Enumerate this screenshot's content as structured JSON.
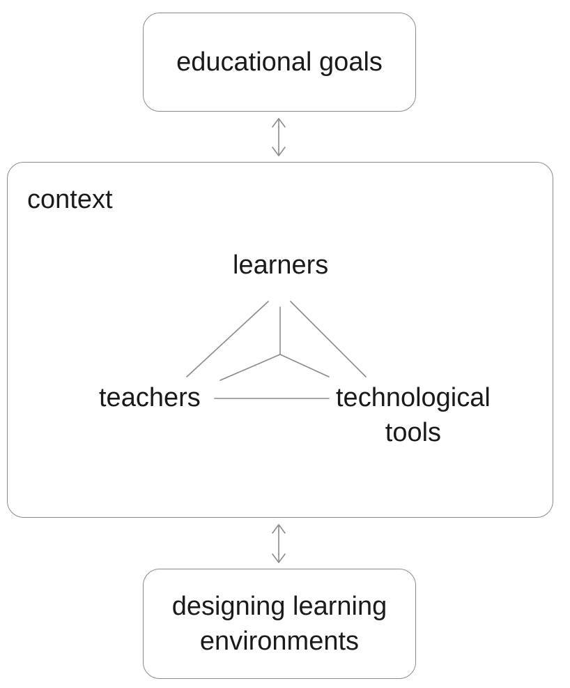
{
  "nodes": {
    "educational_goals": "educational goals",
    "context": "context",
    "learners": "learners",
    "teachers": "teachers",
    "technological_tools_line1": "technological",
    "technological_tools_line2": "tools",
    "designing_line1": "designing learning",
    "designing_line2": "environments"
  },
  "colors": {
    "box_border": "#8a8a8a",
    "connector": "#8a8a8a",
    "text": "#1a1a1a"
  }
}
